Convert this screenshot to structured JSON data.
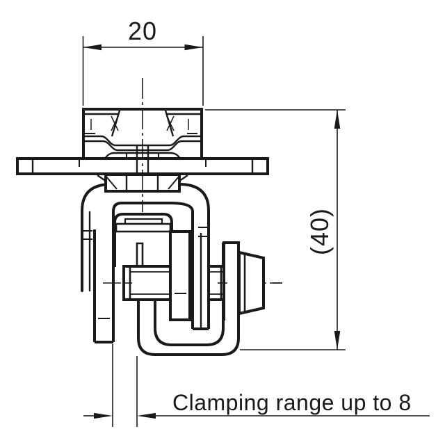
{
  "drawing": {
    "type": "technical-drawing",
    "labels": {
      "width_dim": "20",
      "height_dim": "(40)",
      "clamping_note": "Clamping range up to 8"
    },
    "colors": {
      "line": "#1a1a1a",
      "background": "#ffffff"
    }
  }
}
